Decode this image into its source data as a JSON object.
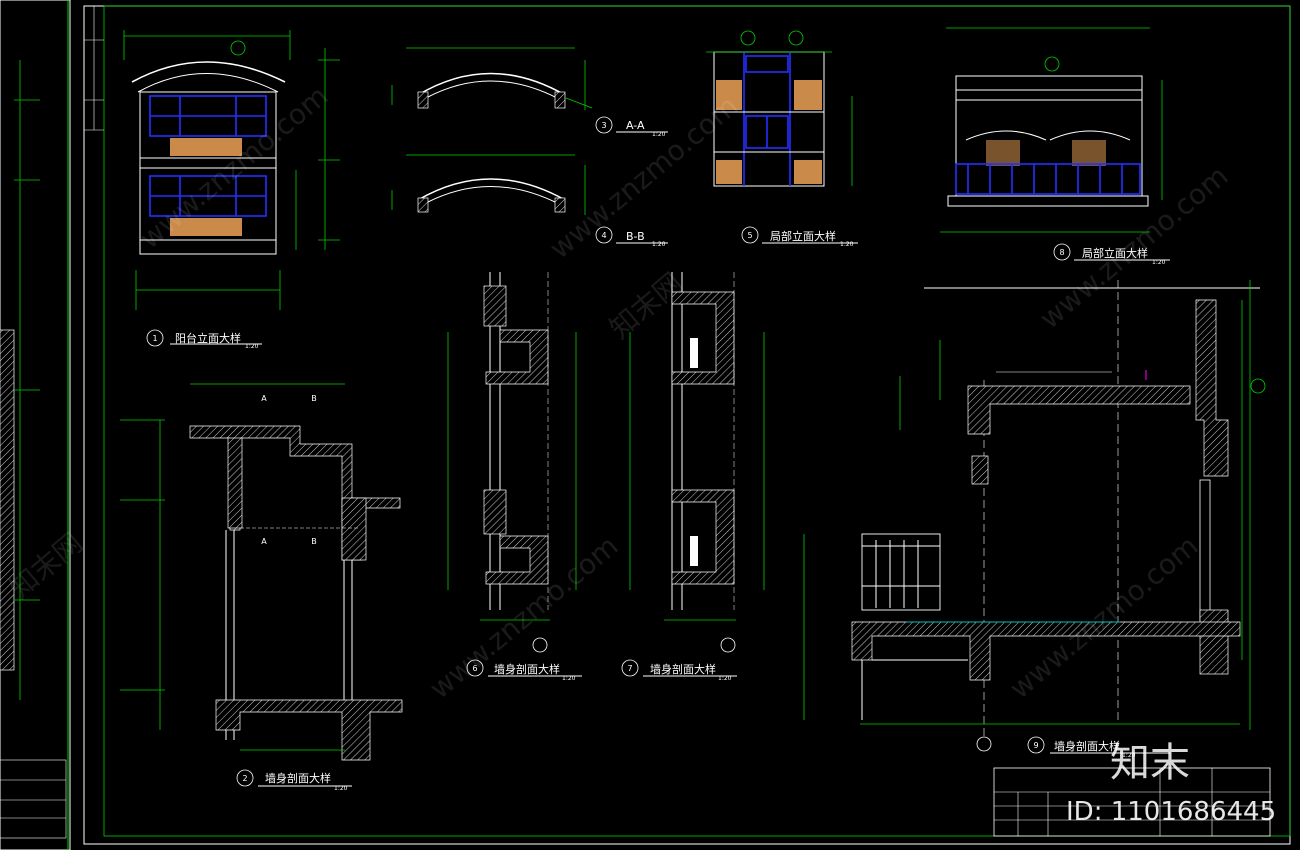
{
  "drawings": [
    {
      "id": "1",
      "title": "阳台立面大样",
      "scale": "1:20"
    },
    {
      "id": "2",
      "title": "墙身剖面大样",
      "scale": "1:20"
    },
    {
      "id": "3",
      "title": "A-A",
      "scale": "1:20"
    },
    {
      "id": "4",
      "title": "B-B",
      "scale": "1:20"
    },
    {
      "id": "5",
      "title": "局部立面大样",
      "scale": "1:20"
    },
    {
      "id": "6",
      "title": "墙身剖面大样",
      "scale": "1:20"
    },
    {
      "id": "7",
      "title": "墙身剖面大样",
      "scale": "1:20"
    },
    {
      "id": "8",
      "title": "局部立面大样",
      "scale": "1:20"
    },
    {
      "id": "9",
      "title": "墙身剖面大样",
      "scale": "1:20"
    }
  ],
  "section_marks": {
    "a": "A",
    "b": "B"
  },
  "watermark": {
    "brand_cn": "知末网",
    "url": "www.znzmo.com"
  },
  "logo": {
    "text": "知末",
    "id_label": "ID: 1101686445"
  },
  "colors": {
    "background": "#000000",
    "dimension": "#00d000",
    "window": "#2230ff",
    "line": "#ffffff",
    "wood": "#c98a4a"
  }
}
